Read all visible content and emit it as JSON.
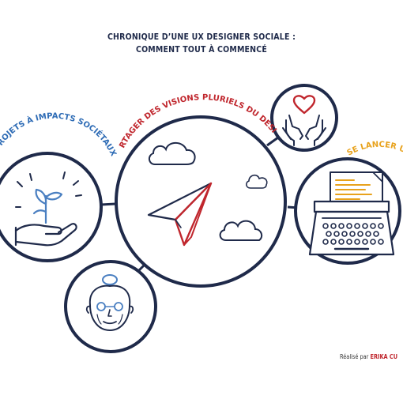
{
  "header": {
    "title_line1": "CHRONIQUE D’UNE UX DESIGNER SOCIALE :",
    "title_line2": "COMMENT TOUT À COMMENCÉ"
  },
  "labels": {
    "left_circle": "E PROJETS À IMPACTS SOCIÉTAUX",
    "center_circle": "PARTAGER DES VISIONS PLURIELS DU DESIGN",
    "right_circle": "SE LANCER UN"
  },
  "credit": {
    "prefix": "Réalisé par",
    "author": "ERIKA CU"
  },
  "colors": {
    "navy": "#1f2a4a",
    "blue": "#2d6bb5",
    "red": "#c0262d",
    "orange": "#e8a21c",
    "icon_blue": "#4a7fc1"
  }
}
